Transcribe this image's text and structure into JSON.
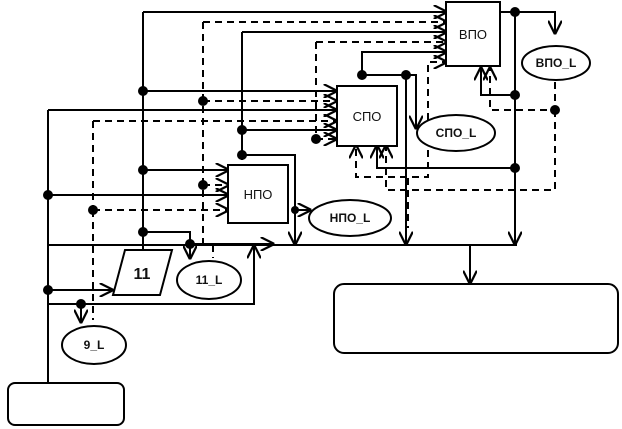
{
  "diagram": {
    "blocks": {
      "vpo": "ВПО",
      "spo": "СПО",
      "npo": "НПО",
      "b11": "11"
    },
    "ellipses": {
      "vpo_l": "ВПО_L",
      "spo_l": "СПО_L",
      "npo_l": "НПО_L",
      "l11": "11_L",
      "l9": "9_L"
    },
    "output_box_text": "",
    "input_box_text": "",
    "color": "#000000"
  }
}
